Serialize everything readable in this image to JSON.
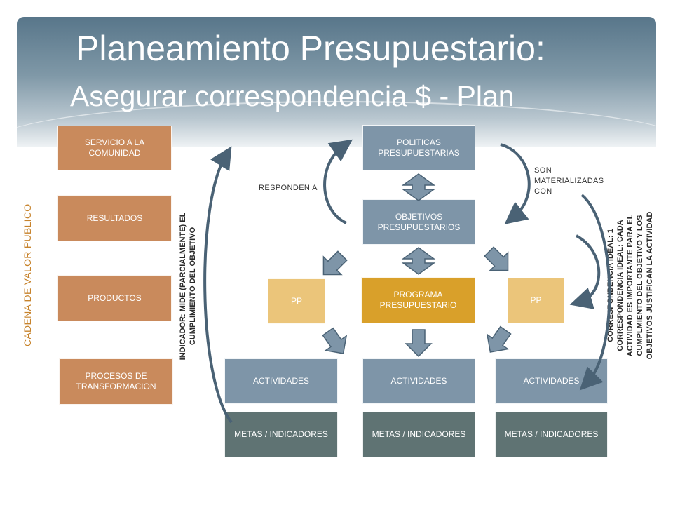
{
  "slide": {
    "title": "Planeamiento Presupuestario:",
    "subtitle": "Asegurar correspondencia $ - Plan"
  },
  "left_column": {
    "side_label": "CADENA DE VALOR PUBLICO",
    "boxes": [
      "SERVICIO A LA COMUNIDAD",
      "RESULTADOS",
      "PRODUCTOS",
      "PROCESOS DE TRANSFORMACION"
    ]
  },
  "indicator_note": {
    "line1": "INDICADOR: MIDE (PARCIALMENTE) EL",
    "line2": "CUMPLIMIENTO DEL OBJETIVO"
  },
  "center": {
    "politicas": "POLITICAS PRESUPUESTARIAS",
    "objetivos": "OBJETIVOS PRESUPUESTARIOS",
    "programa": "PROGRAMA PRESUPUESTARIO",
    "pp_left": "PP",
    "pp_right": "PP"
  },
  "labels": {
    "responden": "RESPONDEN A",
    "son_line1": "SON",
    "son_line2": "MATERIALIZADAS",
    "son_line3": "CON"
  },
  "activities": [
    "ACTIVIDADES",
    "ACTIVIDADES",
    "ACTIVIDADES"
  ],
  "metas": [
    "METAS / INDICADORES",
    "METAS / INDICADORES",
    "METAS / INDICADORES"
  ],
  "right_note": {
    "line1": "CORRESPONDENCIA IDEAL: 1",
    "line2": "CORRESPONDENCIA IDEAL: CADA",
    "line3": "ACTIVIDAD ES IMPORTANTE PARA EL",
    "line4": "CUMPLMIENTO DEL OBJETIVO Y LOS",
    "line5": "OBJETIVOS JUSTIFICAN LA ACTIVIDAD"
  },
  "colors": {
    "left_boxes": "#c98a5c",
    "blue_boxes": "#7e95a8",
    "programa": "#d9a02a",
    "pp": "#ebc57a",
    "metas": "#5f7373",
    "arrows": "#7e95a8",
    "curved_arrows": "#4a6275",
    "cadena_label": "#c7832c"
  }
}
